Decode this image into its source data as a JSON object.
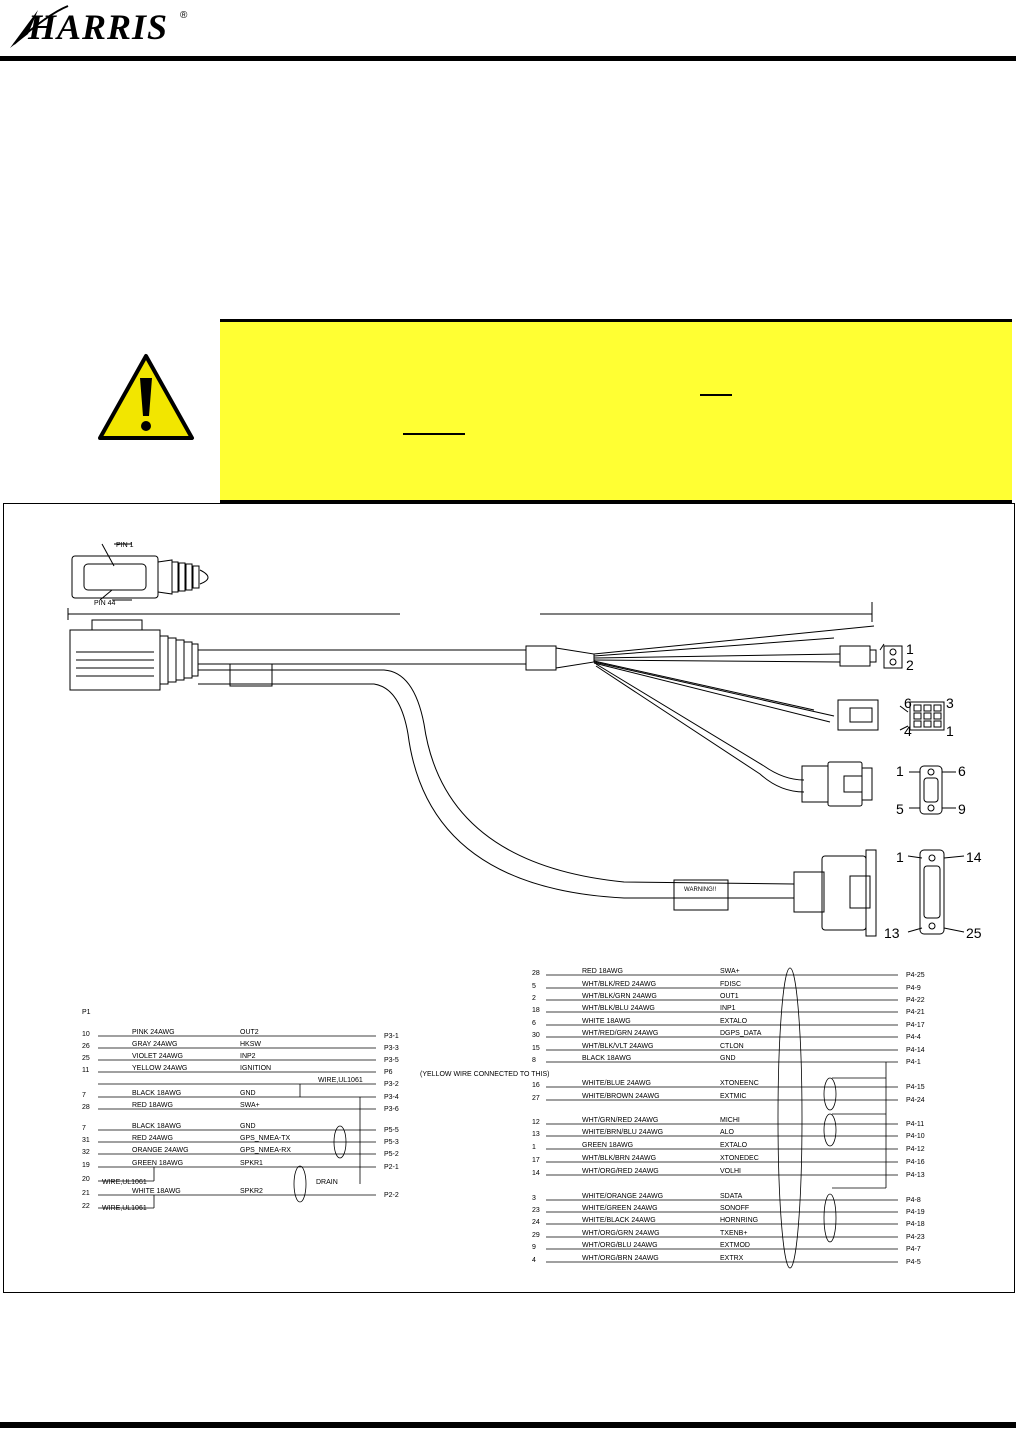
{
  "header": {
    "logo_text": "HARRIS",
    "logo_mark": "®"
  },
  "connector_main": {
    "pin_top": "PIN 1",
    "pin_bottom": "PIN 44"
  },
  "connector_p3": {
    "pin_a": "1",
    "pin_b": "2"
  },
  "connector_p5": {
    "tl": "6",
    "tr": "3",
    "bl": "4",
    "br": "1"
  },
  "connector_p2": {
    "tl": "1",
    "tr": "6",
    "bl": "5",
    "br": "9"
  },
  "connector_p4": {
    "tl": "1",
    "tr": "14",
    "bl": "13",
    "br": "25"
  },
  "cable_tag": "WARNING!!",
  "schematic_left": {
    "title": "P1",
    "rows": [
      {
        "pin": "10",
        "wire": "PINK 24AWG",
        "signal": "OUT2",
        "dest": "P3-1"
      },
      {
        "pin": "26",
        "wire": "GRAY 24AWG",
        "signal": "HKSW",
        "dest": "P3-3"
      },
      {
        "pin": "25",
        "wire": "VIOLET 24AWG",
        "signal": "INP2",
        "dest": "P3-5"
      },
      {
        "pin": "11",
        "wire": "YELLOW 24AWG",
        "signal": "IGNITION",
        "dest": "P6"
      },
      {
        "pin": "",
        "wire": "",
        "signal": "",
        "dest": "P3-2"
      },
      {
        "pin": "7",
        "wire": "BLACK 18AWG",
        "signal": "GND",
        "dest": "P3-4"
      },
      {
        "pin": "28",
        "wire": "RED 18AWG",
        "signal": "SWA+",
        "dest": "P3-6"
      },
      {
        "pin": "7",
        "wire": "BLACK 18AWG",
        "signal": "GND",
        "dest": "P5-5"
      },
      {
        "pin": "31",
        "wire": "RED 24AWG",
        "signal": "GPS_NMEA-TX",
        "dest": "P5-3"
      },
      {
        "pin": "32",
        "wire": "ORANGE 24AWG",
        "signal": "GPS_NMEA-RX",
        "dest": "P5-2"
      },
      {
        "pin": "19",
        "wire": "GREEN 18AWG",
        "signal": "SPKR1",
        "dest": "P2-1"
      },
      {
        "pin": "20",
        "wire": "",
        "signal": "",
        "dest": ""
      },
      {
        "pin": "21",
        "wire": "WHITE 18AWG",
        "signal": "SPKR2",
        "dest": "P2-2"
      },
      {
        "pin": "22",
        "wire": "",
        "signal": "",
        "dest": ""
      }
    ],
    "yellow_note": "(YELLOW WIRE CONNECTED TO THIS)",
    "wire_ul": "WIRE,UL1061",
    "drain": "DRAIN"
  },
  "schematic_right": {
    "rows": [
      {
        "pin": "28",
        "wire": "RED 18AWG",
        "signal": "SWA+",
        "dest": "P4-25"
      },
      {
        "pin": "5",
        "wire": "WHT/BLK/RED 24AWG",
        "signal": "FDISC",
        "dest": "P4-9"
      },
      {
        "pin": "2",
        "wire": "WHT/BLK/GRN 24AWG",
        "signal": "OUT1",
        "dest": "P4-22"
      },
      {
        "pin": "18",
        "wire": "WHT/BLK/BLU 24AWG",
        "signal": "INP1",
        "dest": "P4-21"
      },
      {
        "pin": "6",
        "wire": "WHITE 18AWG",
        "signal": "EXTALO",
        "dest": "P4-17"
      },
      {
        "pin": "30",
        "wire": "WHT/RED/GRN 24AWG",
        "signal": "DGPS_DATA",
        "dest": "P4-4"
      },
      {
        "pin": "15",
        "wire": "WHT/BLK/VLT 24AWG",
        "signal": "CTLON",
        "dest": "P4-14"
      },
      {
        "pin": "8",
        "wire": "BLACK 18AWG",
        "signal": "GND",
        "dest": "P4-1"
      },
      {
        "pin": "16",
        "wire": "WHITE/BLUE 24AWG",
        "signal": "XTONEENC",
        "dest": "P4-15"
      },
      {
        "pin": "27",
        "wire": "WHITE/BROWN 24AWG",
        "signal": "EXTMIC",
        "dest": "P4-24"
      },
      {
        "pin": "12",
        "wire": "WHT/GRN/RED 24AWG",
        "signal": "MICHI",
        "dest": "P4-11"
      },
      {
        "pin": "13",
        "wire": "WHITE/BRN/BLU 24AWG",
        "signal": "ALO",
        "dest": "P4-10"
      },
      {
        "pin": "1",
        "wire": "GREEN 18AWG",
        "signal": "EXTALO",
        "dest": "P4-12"
      },
      {
        "pin": "17",
        "wire": "WHT/BLK/BRN 24AWG",
        "signal": "XTONEDEC",
        "dest": "P4-16"
      },
      {
        "pin": "14",
        "wire": "WHT/ORG/RED 24AWG",
        "signal": "VOLHI",
        "dest": "P4-13"
      },
      {
        "pin": "3",
        "wire": "WHITE/ORANGE 24AWG",
        "signal": "SDATA",
        "dest": "P4-8"
      },
      {
        "pin": "23",
        "wire": "WHITE/GREEN 24AWG",
        "signal": "SONOFF",
        "dest": "P4-19"
      },
      {
        "pin": "24",
        "wire": "WHITE/BLACK 24AWG",
        "signal": "HORNRING",
        "dest": "P4-18"
      },
      {
        "pin": "29",
        "wire": "WHT/ORG/GRN 24AWG",
        "signal": "TXENB+",
        "dest": "P4-23"
      },
      {
        "pin": "9",
        "wire": "WHT/ORG/BLU 24AWG",
        "signal": "EXTMOD",
        "dest": "P4-7"
      },
      {
        "pin": "4",
        "wire": "WHT/ORG/BRN 24AWG",
        "signal": "EXTRX",
        "dest": "P4-5"
      }
    ]
  },
  "colors": {
    "warning_bg": "#ffff33",
    "warning_icon": "#f2e600",
    "ink": "#000000"
  }
}
